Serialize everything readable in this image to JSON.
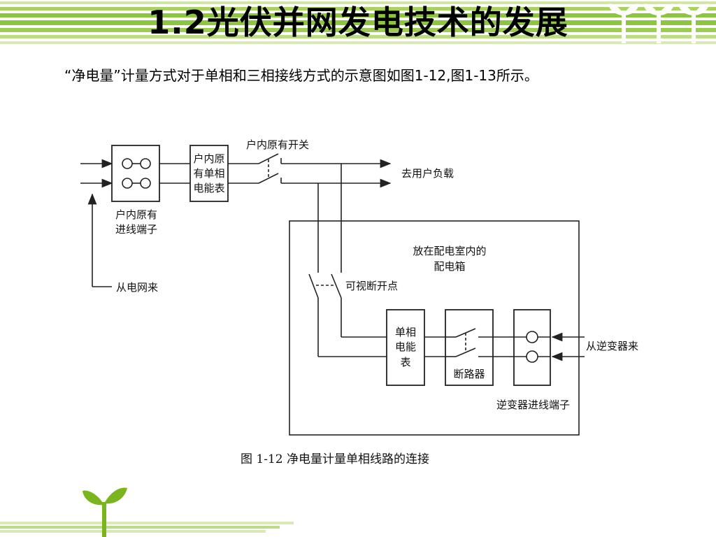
{
  "slide": {
    "title": "1.2光伏并网发电技术的发展",
    "subtitle": "“净电量”计量方式对于单相和三相接线方式的示意图如图1-12,图1-13所示。"
  },
  "diagram": {
    "labels": {
      "household_switch": "户内原有开关",
      "meter_box_line1": "户内原",
      "meter_box_line2": "有单相",
      "meter_box_line3": "电能表",
      "terminal_line1": "户内原有",
      "terminal_line2": "进线端子",
      "to_load": "去用户负载",
      "from_grid": "从电网来",
      "cabinet_line1": "放在配电室内的",
      "cabinet_line2": "配电箱",
      "visible_break": "可视断开点",
      "meter2_line1": "单相",
      "meter2_line2": "电能",
      "meter2_line3": "表",
      "breaker": "断路器",
      "from_inverter": "从逆变器来",
      "inverter_terminal": "逆变器进线端子"
    },
    "caption": "图 1-12    净电量计量单相线路的连接"
  },
  "colors": {
    "stripe_green": "#8cc63f",
    "stripe_light": "#d8eab4",
    "sprout_green": "#7ab51d"
  }
}
